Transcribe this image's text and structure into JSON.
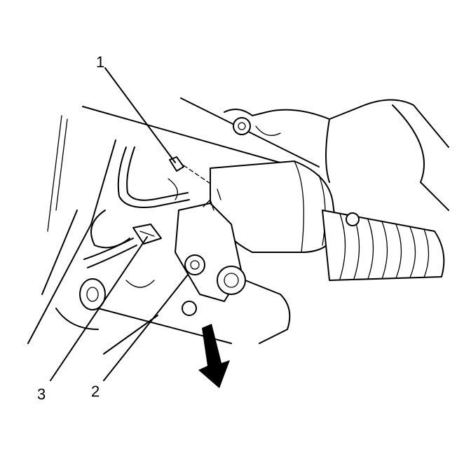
{
  "callouts": [
    {
      "id": "1",
      "label": "1"
    },
    {
      "id": "2",
      "label": "2"
    },
    {
      "id": "3",
      "label": "3"
    }
  ],
  "arrow": {
    "direction": "down"
  },
  "colors": {
    "line": "#000000",
    "background": "#ffffff"
  }
}
